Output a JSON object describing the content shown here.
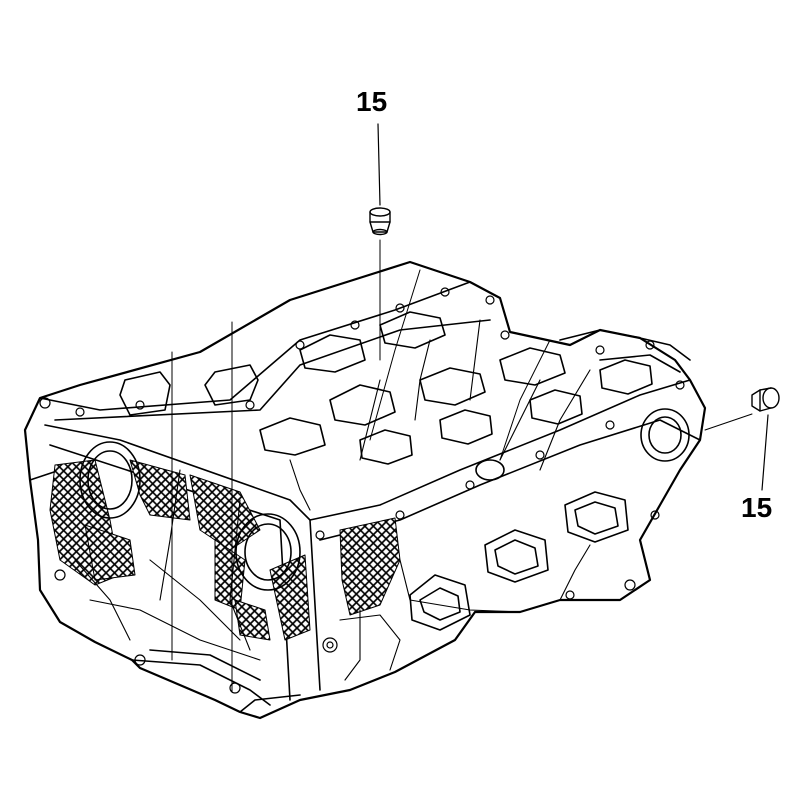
{
  "diagram": {
    "callouts": [
      {
        "id": "plug-top",
        "label": "15"
      },
      {
        "id": "plug-right",
        "label": "15"
      }
    ],
    "line_color": "#000000",
    "background": "#ffffff"
  }
}
